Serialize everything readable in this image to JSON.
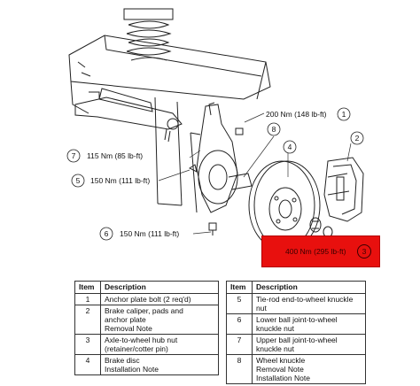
{
  "callouts": {
    "c1": {
      "num": "1",
      "torque": "200 Nm (148 lb-ft)"
    },
    "c2": {
      "num": "2"
    },
    "c3": {
      "num": "3",
      "torque": "400 Nm (295 lb-ft)"
    },
    "c4": {
      "num": "4"
    },
    "c5": {
      "num": "5",
      "torque": "150 Nm (111 lb-ft)"
    },
    "c6": {
      "num": "6",
      "torque": "150 Nm (111 lb-ft)"
    },
    "c7": {
      "num": "7",
      "torque": "115 Nm (85 lb-ft)"
    },
    "c8": {
      "num": "8"
    }
  },
  "highlight_color": "#e8100e",
  "legend": {
    "header_item": "Item",
    "header_description": "Description",
    "left": [
      {
        "item": "1",
        "lines": [
          "Anchor plate bolt (2 req'd)"
        ]
      },
      {
        "item": "2",
        "lines": [
          "Brake caliper, pads and",
          "anchor plate",
          "Removal Note"
        ]
      },
      {
        "item": "3",
        "lines": [
          "Axle-to-wheel hub nut",
          "(retainer/cotter pin)"
        ]
      },
      {
        "item": "4",
        "lines": [
          "Brake disc",
          "Installation Note"
        ]
      }
    ],
    "right": [
      {
        "item": "5",
        "lines": [
          "Tie-rod end-to-wheel knuckle",
          "nut"
        ]
      },
      {
        "item": "6",
        "lines": [
          "Lower ball joint-to-wheel",
          "knuckle nut"
        ]
      },
      {
        "item": "7",
        "lines": [
          "Upper ball joint-to-wheel",
          "knuckle nut"
        ]
      },
      {
        "item": "8",
        "lines": [
          "Wheel knuckle",
          "Removal Note",
          "Installation Note"
        ]
      }
    ]
  }
}
